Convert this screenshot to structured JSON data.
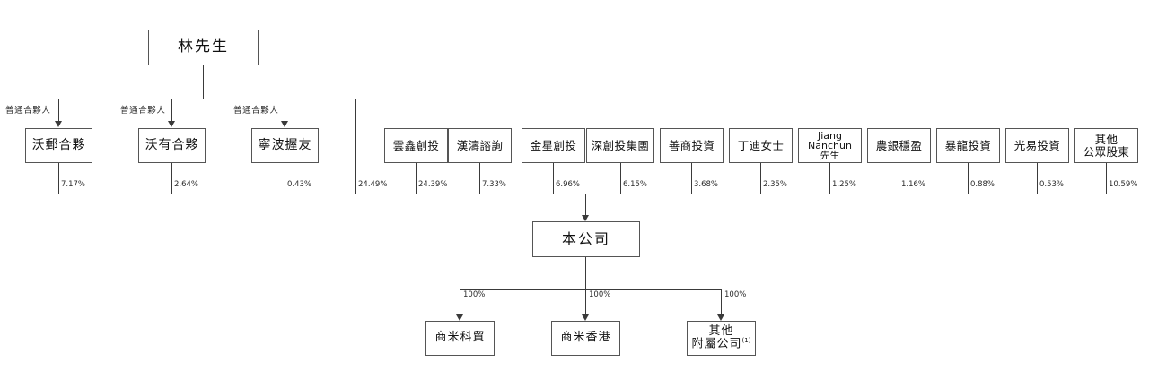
{
  "diagram": {
    "title": "",
    "type": "org-shareholding-chart",
    "colors": {
      "line": "#3a3a3a",
      "box_border": "#555555",
      "background": "#ffffff",
      "text": "#111111"
    }
  },
  "top": {
    "controller": {
      "label": "林先生",
      "direct_stake": "24.49%"
    }
  },
  "partner_edge_labels": [
    {
      "label": "普通合夥人"
    },
    {
      "label": "普通合夥人"
    },
    {
      "label": "普通合夥人"
    }
  ],
  "partnerships": [
    {
      "name": "沃郵合夥",
      "percent": "7.17%"
    },
    {
      "name": "沃有合夥",
      "percent": "2.64%"
    },
    {
      "name": "寧波握友",
      "percent": "0.43%"
    }
  ],
  "shareholders": [
    {
      "name": "雲鑫創投",
      "percent": "24.39%",
      "lines": [
        "雲鑫創投"
      ],
      "latin": false
    },
    {
      "name": "漢濤諮詢",
      "percent": "7.33%",
      "lines": [
        "漢濤諮詢"
      ],
      "latin": false
    },
    {
      "name": "金星創投",
      "percent": "6.96%",
      "lines": [
        "金星創投"
      ],
      "latin": false
    },
    {
      "name": "深創投集團",
      "percent": "6.15%",
      "lines": [
        "深創投集團"
      ],
      "latin": false
    },
    {
      "name": "善商投資",
      "percent": "3.68%",
      "lines": [
        "善商投資"
      ],
      "latin": false
    },
    {
      "name": "丁迪女士",
      "percent": "2.35%",
      "lines": [
        "丁迪女士"
      ],
      "latin": false
    },
    {
      "name": "Jiang Nanchun 先生",
      "percent": "1.25%",
      "lines": [
        "Jiang",
        "Nanchun",
        "先生"
      ],
      "latin": true
    },
    {
      "name": "農銀穩盈",
      "percent": "1.16%",
      "lines": [
        "農銀穩盈"
      ],
      "latin": false
    },
    {
      "name": "暴龍投資",
      "percent": "0.88%",
      "lines": [
        "暴龍投資"
      ],
      "latin": false
    },
    {
      "name": "光易投資",
      "percent": "0.53%",
      "lines": [
        "光易投資"
      ],
      "latin": false
    },
    {
      "name": "其他公眾股東",
      "percent": "10.59%",
      "lines": [
        "其他",
        "公眾股東"
      ],
      "latin": false
    }
  ],
  "company": {
    "label": "本公司"
  },
  "subsidiaries": [
    {
      "lines": [
        "商米科貿"
      ],
      "percent": "100%",
      "footnote": ""
    },
    {
      "lines": [
        "商米香港"
      ],
      "percent": "100%",
      "footnote": ""
    },
    {
      "lines": [
        "其他",
        "附屬公司"
      ],
      "percent": "100%",
      "footnote": "(1)"
    }
  ]
}
